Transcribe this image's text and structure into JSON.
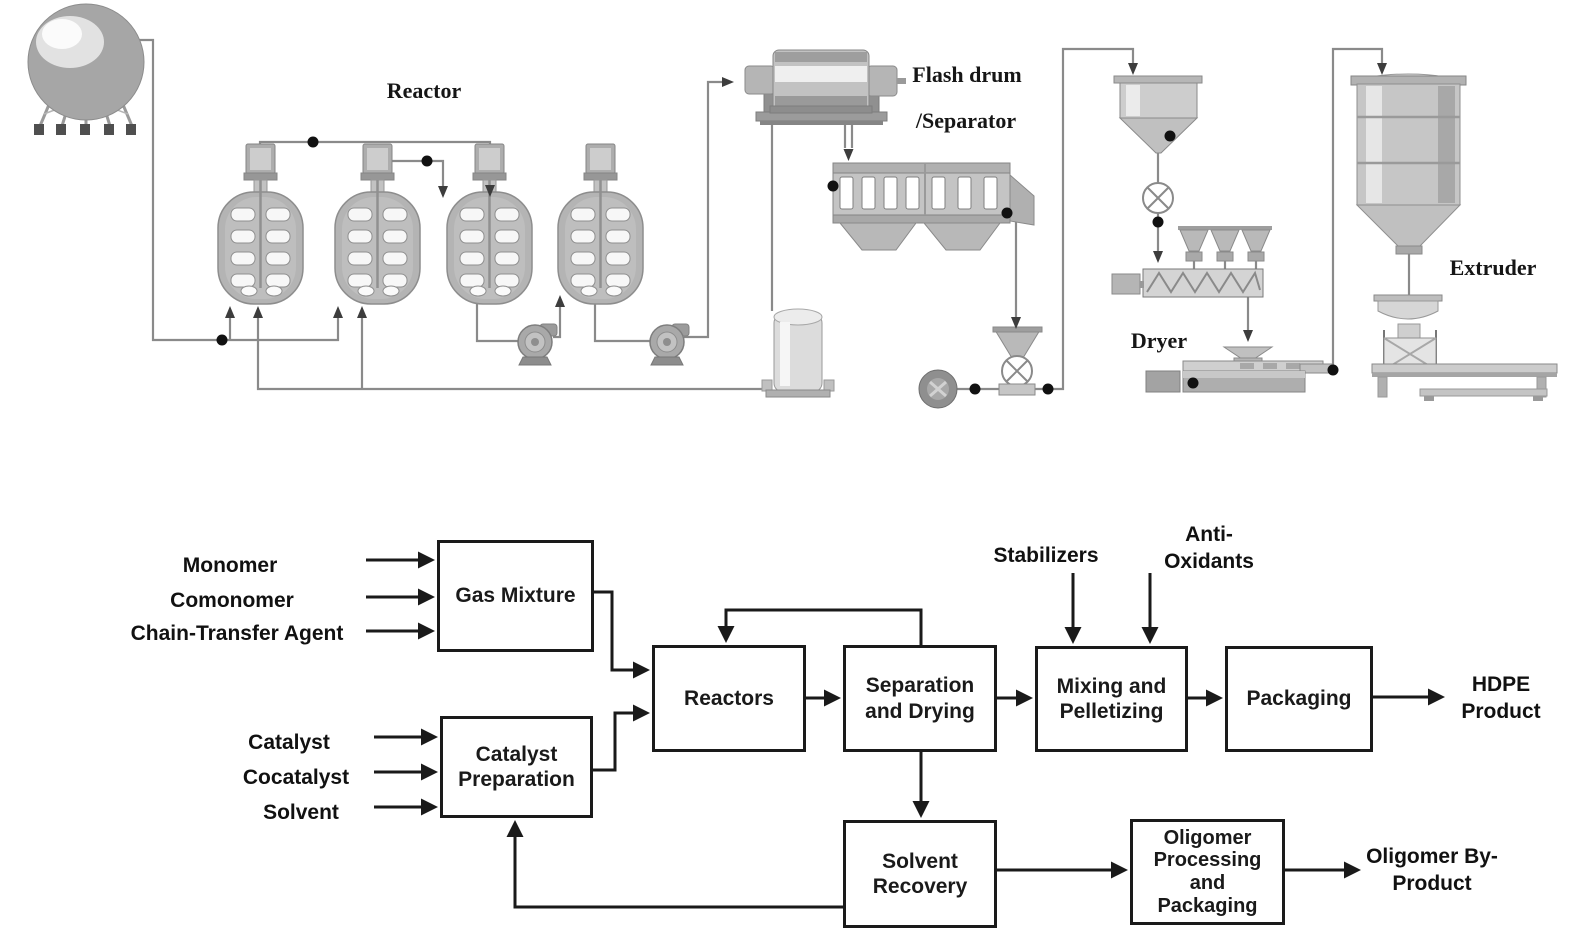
{
  "colors": {
    "background": "#ffffff",
    "piping_line": "#8a8a8a",
    "flow_line": "#1a1a1a",
    "equipment_fill": "#c0c0c0",
    "equipment_shade": "#909090",
    "junction_dot": "#111111"
  },
  "pictorial": {
    "labels": {
      "reactor": "Reactor",
      "flash_drum": "Flash drum",
      "separator": "/Separator",
      "dryer": "Dryer",
      "extruder": "Extruder"
    },
    "equipment": [
      "storage-sphere",
      "stirred-reactor-1",
      "stirred-reactor-2",
      "stirred-reactor-3",
      "stirred-reactor-4",
      "transfer-pump-1",
      "transfer-pump-2",
      "flash-drum",
      "vibrating-screen-separator",
      "solvent-receiver-tank",
      "takeoff-hopper-valve",
      "conveying-blower",
      "cyclone-hopper",
      "rotary-valve",
      "additive-feed-hoppers",
      "screw-conveyor",
      "pelletizer",
      "dryer-unit",
      "pellet-silo",
      "extruder-machine",
      "bagging-conveyor"
    ]
  },
  "block": {
    "inputs": {
      "monomer": "Monomer",
      "comonomer": "Comonomer",
      "chain_transfer": "Chain-Transfer Agent",
      "catalyst": "Catalyst",
      "cocatalyst": "Cocatalyst",
      "solvent": "Solvent",
      "stabilizers": "Stabilizers",
      "anti_oxidants": "Anti-\nOxidants"
    },
    "boxes": {
      "gas_mixture": "Gas Mixture",
      "catalyst_preparation": "Catalyst\nPreparation",
      "reactors": "Reactors",
      "separation_drying": "Separation\nand Drying",
      "mixing_pelletizing": "Mixing and\nPelletizing",
      "packaging": "Packaging",
      "solvent_recovery": "Solvent\nRecovery",
      "oligomer_processing": "Oligomer\nProcessing\nand\nPackaging"
    },
    "outputs": {
      "hdpe_product": "HDPE\nProduct",
      "oligomer_by_product": "Oligomer By-\nProduct"
    }
  }
}
